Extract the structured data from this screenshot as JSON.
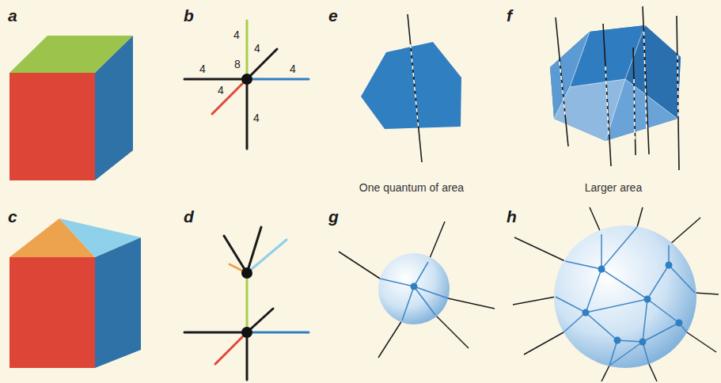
{
  "diagram": {
    "labels": [
      "a",
      "b",
      "e",
      "f",
      "4",
      "4",
      "8",
      "4",
      "4",
      "4",
      "4",
      "One quantum of area",
      "Larger area",
      "c",
      "d",
      "g",
      "h"
    ]
  }
}
